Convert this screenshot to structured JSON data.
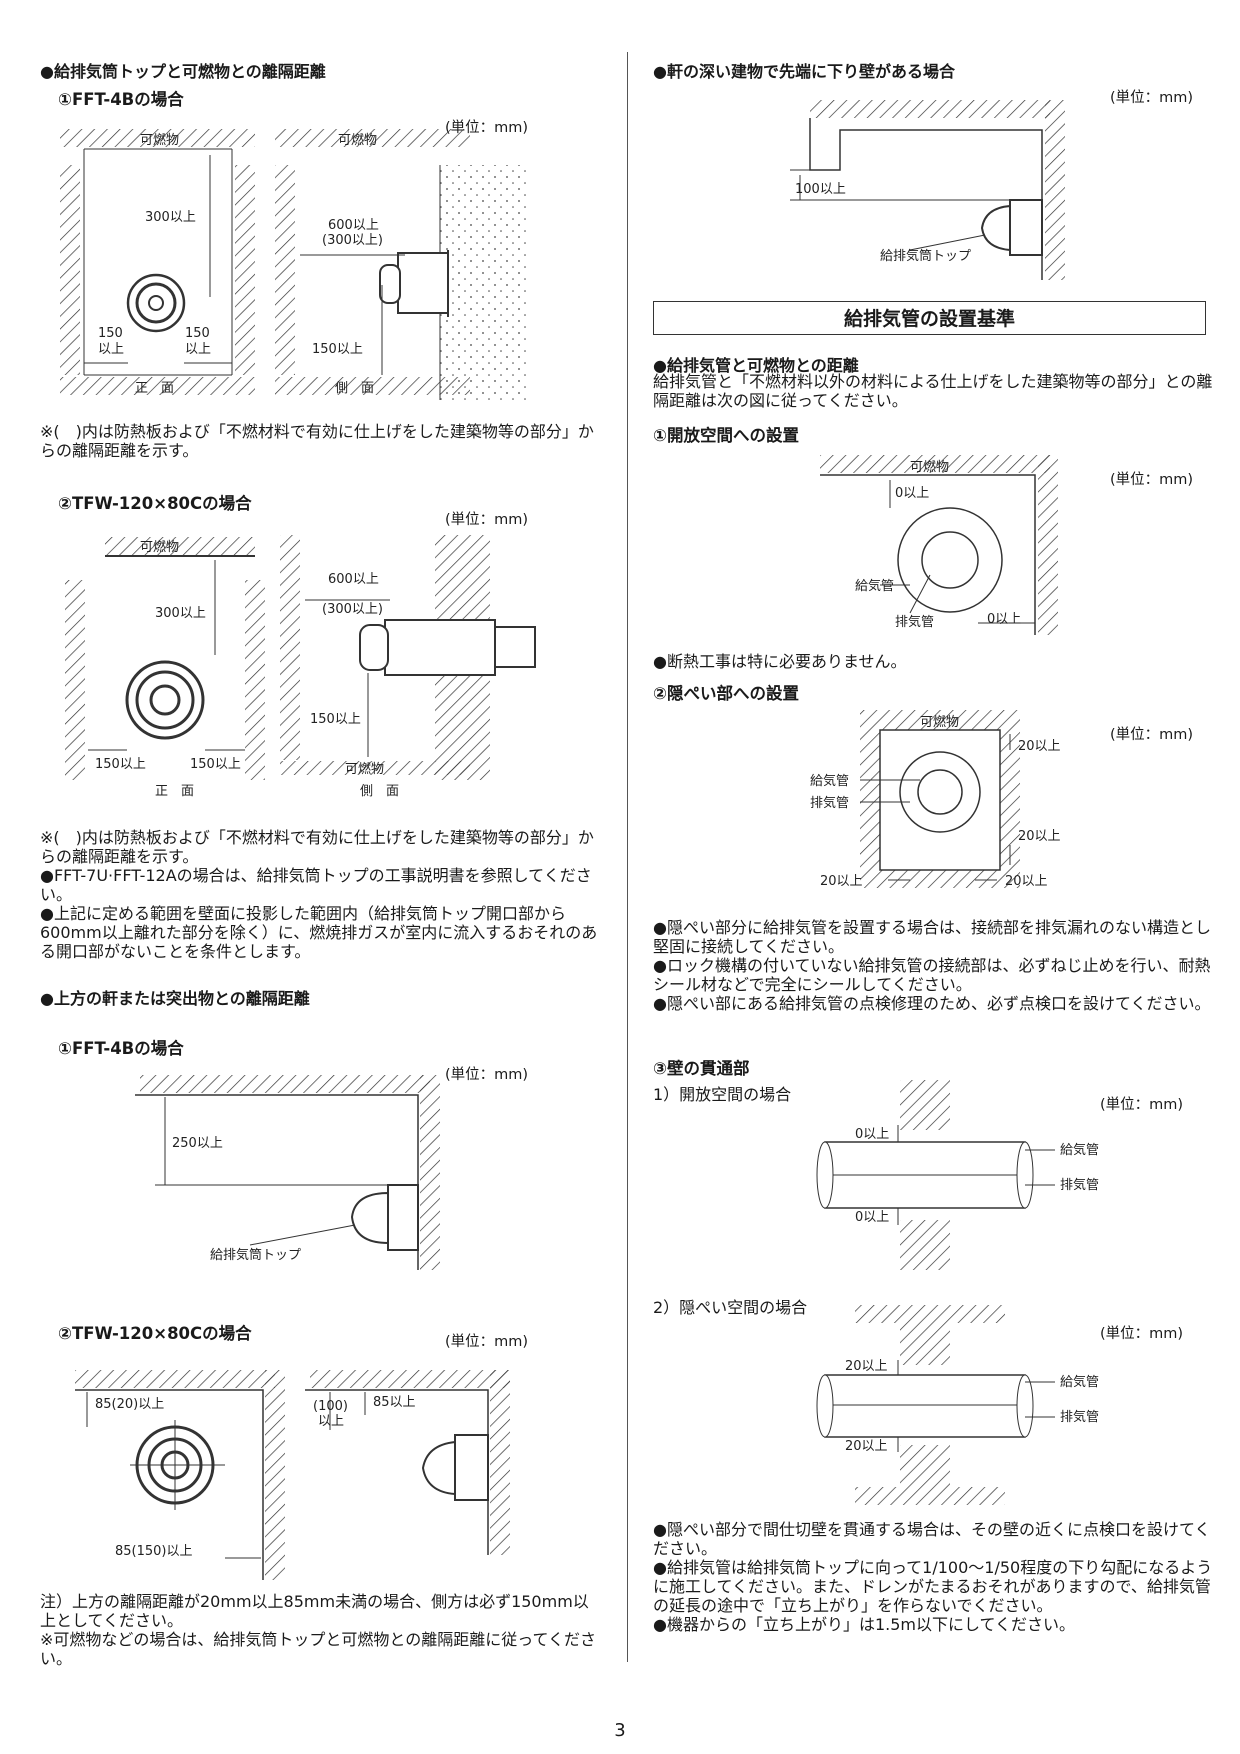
{
  "unit": "(単位：mm)",
  "page_number": "3",
  "left": {
    "s1": {
      "title": "●給排気筒トップと可燃物との離隔距離",
      "sub1": {
        "title": "①FFT-4Bの場合",
        "labels": {
          "combustible": "可燃物",
          "d300": "300以上",
          "d150": "150",
          "ijou": "以上",
          "front": "正　面",
          "side": "側　面",
          "d600": "600以上",
          "d300p": "(300以上)",
          "d150ijou": "150以上"
        },
        "note": "※(　)内は防熱板および「不燃材料で有効に仕上げをした建築物等の部分」からの離隔距離を示す。"
      },
      "sub2": {
        "title": "②TFW-120×80Cの場合",
        "labels": {
          "combustible": "可燃物",
          "d300": "300以上",
          "d150": "150以上",
          "front": "正　面",
          "side": "側　面",
          "d600": "600以上",
          "d300p": "(300以上)",
          "d150s": "150以上"
        },
        "notes": [
          "※(　)内は防熱板および「不燃材料で有効に仕上げをした建築物等の部分」からの離隔距離を示す。",
          "●FFT-7U·FFT-12Aの場合は、給排気筒トップの工事説明書を参照してください。",
          "●上記に定める範囲を壁面に投影した範囲内（給排気筒トップ開口部から600mm以上離れた部分を除く）に、燃焼排ガスが室内に流入するおそれのある開口部がないことを条件とします。"
        ]
      }
    },
    "s2": {
      "title": "●上方の軒または突出物との離隔距離",
      "sub1": {
        "title": "①FFT-4Bの場合",
        "d250": "250以上",
        "top": "給排気筒トップ"
      },
      "sub2": {
        "title": "②TFW-120×80Cの場合",
        "d85": "85(20)以上",
        "d85b": "85(150)以上",
        "d100": "(100)",
        "ijou": "以上",
        "d85c": "85以上"
      },
      "notes": [
        "注）上方の離隔距離が20mm以上85mm未満の場合、側方は必ず150mm以上としてください。",
        "※可燃物などの場合は、給排気筒トップと可燃物との離隔距離に従ってください。"
      ]
    }
  },
  "right": {
    "eaves": {
      "title": "●軒の深い建物で先端に下り壁がある場合",
      "d100": "100以上",
      "top": "給排気筒トップ"
    },
    "section_title": "給排気管の設置基準",
    "dist": {
      "title": "●給排気管と可燃物との距離",
      "text": "給排気管と「不燃材料以外の材料による仕上げをした建築物等の部分」との離隔距離は次の図に従ってください。"
    },
    "open": {
      "title": "①開放空間への設置",
      "labels": {
        "combustible": "可燃物",
        "zero": "0以上",
        "supply": "給気管",
        "exhaust": "排気管"
      },
      "note": "●断熱工事は特に必要ありません。"
    },
    "concealed": {
      "title": "②隠ぺい部への設置",
      "labels": {
        "combustible": "可燃物",
        "d20": "20以上",
        "supply": "給気管",
        "exhaust": "排気管"
      },
      "notes": [
        "●隠ぺい部分に給排気管を設置する場合は、接続部を排気漏れのない構造とし堅固に接続してください。",
        "●ロック機構の付いていない給排気管の接続部は、必ずねじ止めを行い、耐熱シール材などで完全にシールしてください。",
        "●隠ぺい部にある給排気管の点検修理のため、必ず点検口を設けてください。"
      ]
    },
    "wall": {
      "title": "③壁の貫通部",
      "case1": "1）開放空間の場合",
      "case2": "2）隠ぺい空間の場合",
      "labels": {
        "zero": "0以上",
        "d20": "20以上",
        "supply": "給気管",
        "exhaust": "排気管"
      },
      "notes": [
        "●隠ぺい部分で間仕切壁を貫通する場合は、その壁の近くに点検口を設けてください。",
        "●給排気管は給排気筒トップに向って1/100～1/50程度の下り勾配になるように施工してください。また、ドレンがたまるおそれがありますので、給排気管の延長の途中で「立ち上がり」を作らないでください。",
        "●機器からの「立ち上がり」は1.5m以下にしてください。"
      ]
    }
  }
}
